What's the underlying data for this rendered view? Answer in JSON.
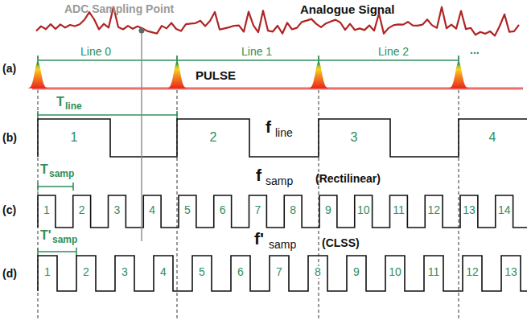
{
  "diagram": {
    "labels": [
      "ADC Sampling Point",
      "Analogue Signal",
      "(a)",
      "Line 0",
      "Line 1",
      "Line 2",
      "...",
      "PULSE",
      "(b)",
      "T",
      "line",
      "f",
      "line",
      "1",
      "2",
      "3",
      "4",
      "(c)",
      "T",
      "samp",
      "f",
      "samp",
      "(Rectilinear)",
      "1",
      "2",
      "3",
      "4",
      "5",
      "6",
      "7",
      "8",
      "9",
      "10",
      "11",
      "12",
      "13",
      "14",
      "(d)",
      "T'",
      "samp",
      "f'",
      "samp",
      "(CLSS)",
      "1",
      "2",
      "3",
      "4",
      "5",
      "6",
      "7",
      "8",
      "9",
      "10",
      "11",
      "12",
      "13"
    ]
  }
}
